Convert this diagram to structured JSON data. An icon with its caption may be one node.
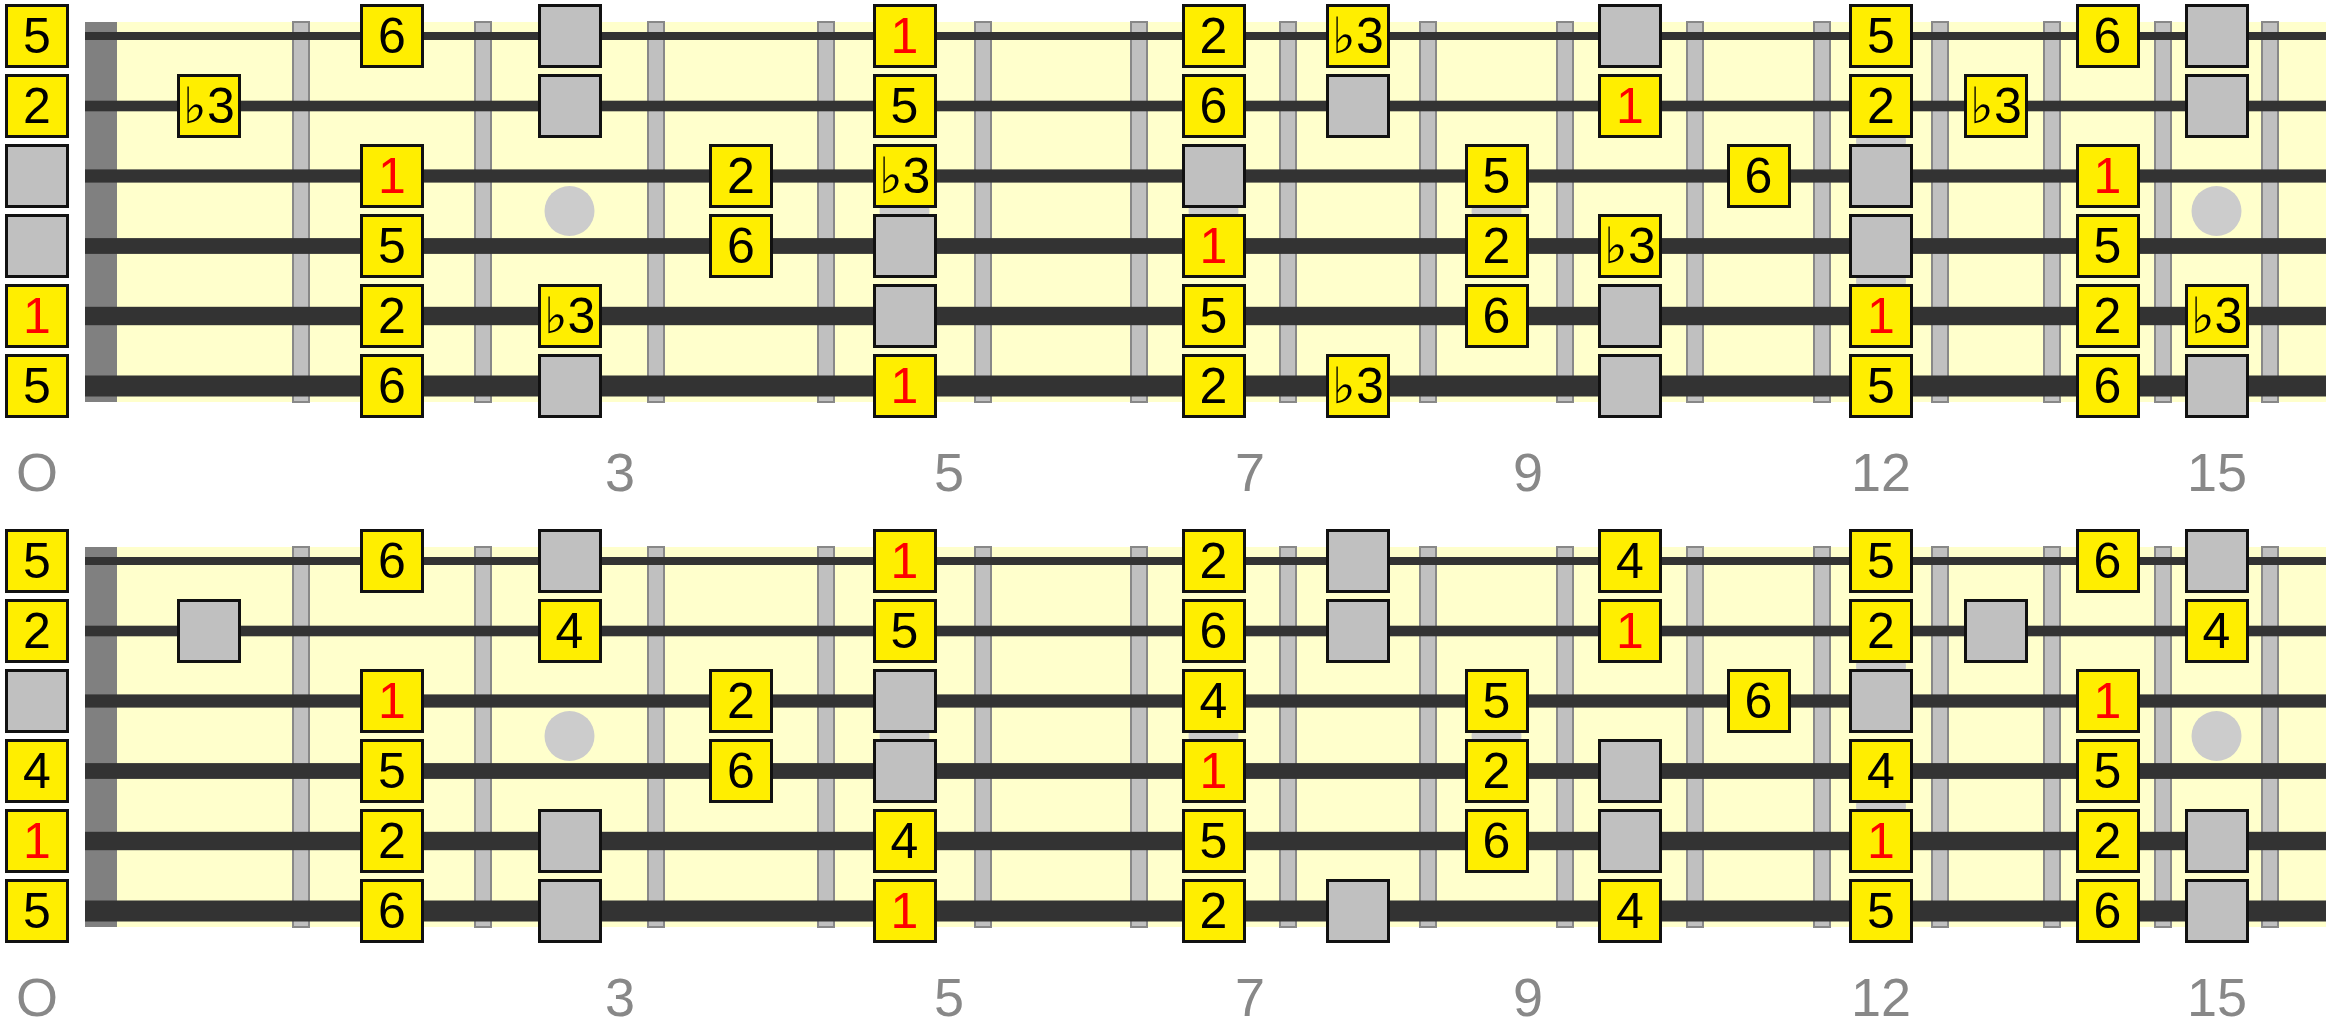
{
  "diagram": {
    "nodes": [
      {
        "text": [
          "5"
        ]
      },
      {
        "text": [
          "6"
        ]
      },
      {
        "text": [],
        "shape": "box"
      },
      {
        "text": [
          "1"
        ]
      },
      {
        "text": [
          "2"
        ]
      },
      {
        "text": [
          "♭3"
        ]
      },
      {
        "text": [],
        "shape": "box"
      },
      {
        "text": [
          "5"
        ]
      },
      {
        "text": [
          "6"
        ]
      },
      {
        "text": [],
        "shape": "box"
      },
      {
        "text": [
          "2"
        ]
      },
      {
        "text": [
          "♭3"
        ]
      },
      {
        "text": [],
        "shape": "box"
      },
      {
        "text": [
          "5"
        ]
      },
      {
        "text": [
          "6"
        ]
      },
      {
        "text": [],
        "shape": "box"
      },
      {
        "text": [
          "1"
        ]
      },
      {
        "text": [
          "2"
        ]
      },
      {
        "text": [
          "♭3"
        ]
      },
      {
        "text": [],
        "shape": "box"
      },
      {
        "text": [],
        "shape": "box"
      },
      {
        "text": [
          "1"
        ]
      },
      {
        "text": [
          "2"
        ]
      },
      {
        "text": [
          "♭3"
        ]
      },
      {
        "text": [],
        "shape": "box"
      },
      {
        "text": [
          "5"
        ]
      },
      {
        "text": [
          "6"
        ]
      },
      {
        "text": [],
        "shape": "box"
      },
      {
        "text": [
          "1"
        ]
      },
      {
        "text": [],
        "shape": "box"
      },
      {
        "text": [
          "5"
        ]
      },
      {
        "text": [
          "6"
        ]
      },
      {
        "text": [],
        "shape": "box"
      },
      {
        "text": [
          "1"
        ]
      },
      {
        "text": [
          "2"
        ]
      },
      {
        "text": [
          "♭3"
        ]
      },
      {
        "text": [],
        "shape": "box"
      },
      {
        "text": [
          "5"
        ]
      },
      {
        "text": [
          "1"
        ]
      },
      {
        "text": [
          "2"
        ]
      },
      {
        "text": [
          "♭3"
        ]
      },
      {
        "text": [],
        "shape": "box"
      },
      {
        "text": [
          "5"
        ]
      },
      {
        "text": [
          "6"
        ]
      },
      {
        "text": [],
        "shape": "box"
      },
      {
        "text": [
          "1"
        ]
      },
      {
        "text": [
          "2"
        ]
      },
      {
        "text": [
          "♭3"
        ]
      },
      {
        "text": [
          "5"
        ]
      },
      {
        "text": [
          "6"
        ]
      },
      {
        "text": [],
        "shape": "box"
      },
      {
        "text": [
          "1"
        ]
      },
      {
        "text": [
          "2"
        ]
      },
      {
        "text": [
          "♭3"
        ]
      },
      {
        "text": [],
        "shape": "box"
      },
      {
        "text": [
          "5"
        ]
      },
      {
        "text": [
          "6"
        ]
      },
      {
        "text": [],
        "shape": "box"
      },
      {
        "text": [
          "5"
        ]
      },
      {
        "text": [
          "6"
        ]
      },
      {
        "text": [],
        "shape": "box"
      },
      {
        "text": [
          "1"
        ]
      },
      {
        "text": [
          "2"
        ]
      },
      {
        "text": [],
        "shape": "box"
      },
      {
        "text": [
          "4"
        ]
      },
      {
        "text": [
          "5"
        ]
      },
      {
        "text": [
          "6"
        ]
      },
      {
        "text": [],
        "shape": "box"
      },
      {
        "text": [
          "2"
        ]
      },
      {
        "text": [],
        "shape": "box"
      },
      {
        "text": [
          "4"
        ]
      },
      {
        "text": [
          "5"
        ]
      },
      {
        "text": [
          "6"
        ]
      },
      {
        "text": [],
        "shape": "box"
      },
      {
        "text": [
          "1"
        ]
      },
      {
        "text": [
          "2"
        ]
      },
      {
        "text": [],
        "shape": "box"
      },
      {
        "text": [
          "4"
        ]
      },
      {
        "text": [],
        "shape": "box"
      },
      {
        "text": [
          "1"
        ]
      },
      {
        "text": [
          "2"
        ]
      },
      {
        "text": [],
        "shape": "box"
      },
      {
        "text": [
          "4"
        ]
      },
      {
        "text": [
          "5"
        ]
      },
      {
        "text": [
          "6"
        ]
      },
      {
        "text": [],
        "shape": "box"
      },
      {
        "text": [
          "1"
        ]
      },
      {
        "text": [
          "4"
        ]
      },
      {
        "text": [
          "5"
        ]
      },
      {
        "text": [
          "6"
        ]
      },
      {
        "text": [],
        "shape": "box"
      },
      {
        "text": [
          "1"
        ]
      },
      {
        "text": [
          "2"
        ]
      },
      {
        "text": [],
        "shape": "box"
      },
      {
        "text": [
          "4"
        ]
      },
      {
        "text": [
          "5"
        ]
      },
      {
        "text": [
          "1"
        ]
      },
      {
        "text": [
          "2"
        ]
      },
      {
        "text": [],
        "shape": "box"
      },
      {
        "text": [
          "4"
        ]
      },
      {
        "text": [
          "5"
        ]
      },
      {
        "text": [
          "6"
        ]
      },
      {
        "text": [],
        "shape": "box"
      },
      {
        "text": [
          "1"
        ]
      },
      {
        "text": [
          "2"
        ]
      },
      {
        "text": [],
        "shape": "box"
      },
      {
        "text": [
          "5"
        ]
      },
      {
        "text": [
          "6"
        ]
      },
      {
        "text": [],
        "shape": "box"
      },
      {
        "text": [
          "1"
        ]
      },
      {
        "text": [
          "2"
        ]
      },
      {
        "text": [],
        "shape": "box"
      },
      {
        "text": [
          "4"
        ]
      },
      {
        "text": [
          "5"
        ]
      },
      {
        "text": [
          "6"
        ]
      },
      {
        "text": [],
        "shape": "box"
      }
    ],
    "labels": [
      "O",
      "3",
      "5",
      "7",
      "9",
      "12",
      "15",
      "O",
      "3",
      "5",
      "7",
      "9",
      "12",
      "15"
    ]
  }
}
